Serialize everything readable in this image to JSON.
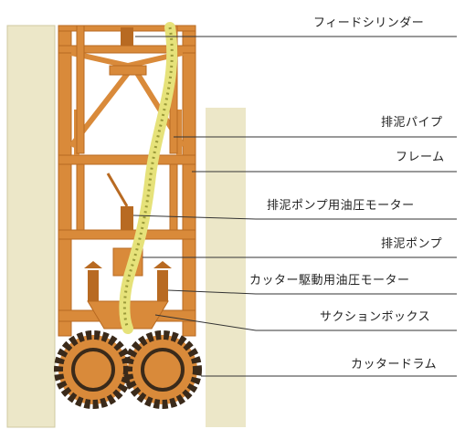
{
  "labels": {
    "feed_cylinder": "フィードシリンダー",
    "discharge_pipe": "排泥パイプ",
    "frame": "フレーム",
    "pump_hydraulic_motor": "排泥ポンプ用油圧モーター",
    "discharge_pump": "排泥ポンプ",
    "cutter_hydraulic_motor": "カッター駆動用油圧モーター",
    "suction_box": "サクションボックス",
    "cutter_drum": "カッタードラム"
  },
  "colors": {
    "frame": "#d98a3a",
    "frame_dark": "#b86a22",
    "ground": "#ece7c8",
    "trench": "#ffffff",
    "pipe": "#e6e27a",
    "drum_outer": "#3a2a1a",
    "drum_inner": "#d98a3a",
    "leader": "#333333"
  }
}
